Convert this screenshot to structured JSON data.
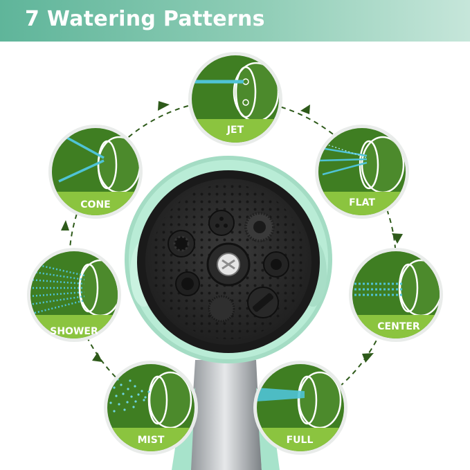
{
  "title": "7 Watering Patterns",
  "patterns": [
    {
      "label": "JET"
    },
    {
      "label": "FLAT"
    },
    {
      "label": "CENTER"
    },
    {
      "label": "FULL"
    },
    {
      "label": "MIST"
    },
    {
      "label": "SHOWER"
    },
    {
      "label": "CONE"
    }
  ],
  "colors": {
    "banner": "#7ec4ab",
    "circle_green": "#3f7e22",
    "label_band": "#8bc43f",
    "nozzle_body": "#b9ecd6",
    "face_dark": "#2c2c2c",
    "water_jet": "#4fc3d6"
  }
}
